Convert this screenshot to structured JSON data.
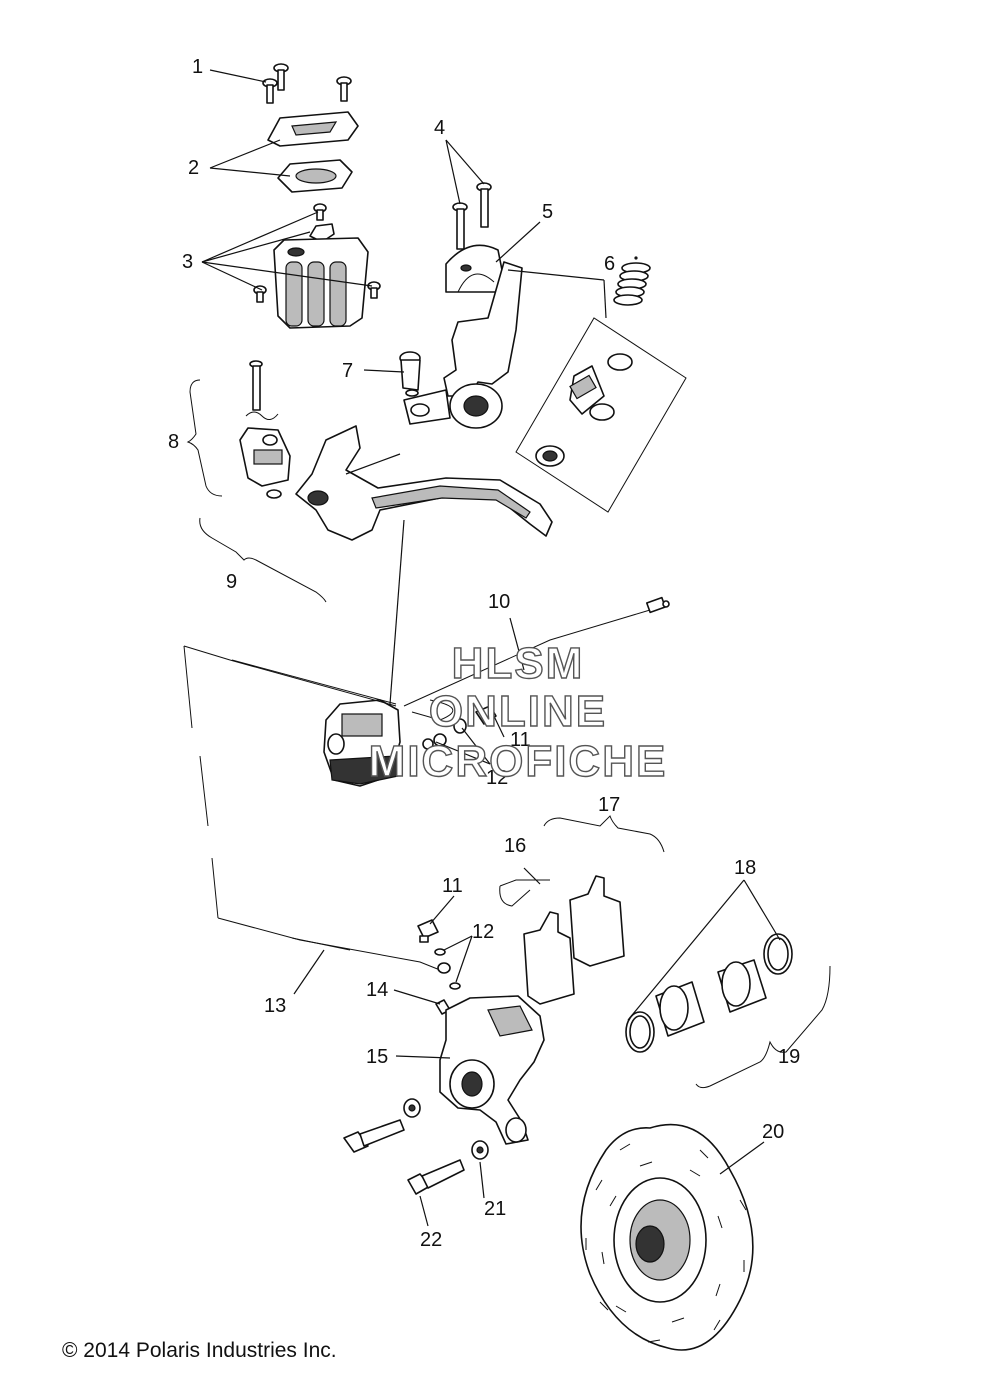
{
  "diagram": {
    "callouts": [
      {
        "id": "c1",
        "label": "1"
      },
      {
        "id": "c2",
        "label": "2"
      },
      {
        "id": "c3",
        "label": "3"
      },
      {
        "id": "c4",
        "label": "4"
      },
      {
        "id": "c5",
        "label": "5"
      },
      {
        "id": "c6",
        "label": "6"
      },
      {
        "id": "c7",
        "label": "7"
      },
      {
        "id": "c8",
        "label": "8"
      },
      {
        "id": "c9",
        "label": "9"
      },
      {
        "id": "c10",
        "label": "10"
      },
      {
        "id": "c11a",
        "label": "11"
      },
      {
        "id": "c12a",
        "label": "12"
      },
      {
        "id": "c17",
        "label": "17"
      },
      {
        "id": "c16",
        "label": "16"
      },
      {
        "id": "c18",
        "label": "18"
      },
      {
        "id": "c11b",
        "label": "11"
      },
      {
        "id": "c12b",
        "label": "12"
      },
      {
        "id": "c13",
        "label": "13"
      },
      {
        "id": "c14",
        "label": "14"
      },
      {
        "id": "c15",
        "label": "15"
      },
      {
        "id": "c19",
        "label": "19"
      },
      {
        "id": "c20",
        "label": "20"
      },
      {
        "id": "c21",
        "label": "21"
      },
      {
        "id": "c22",
        "label": "22"
      }
    ]
  },
  "watermark": {
    "line1": "HLSM",
    "line2": "ONLINE",
    "line3": "MICROFICHE"
  },
  "footer": {
    "copyright": "© 2014 Polaris Industries Inc."
  }
}
